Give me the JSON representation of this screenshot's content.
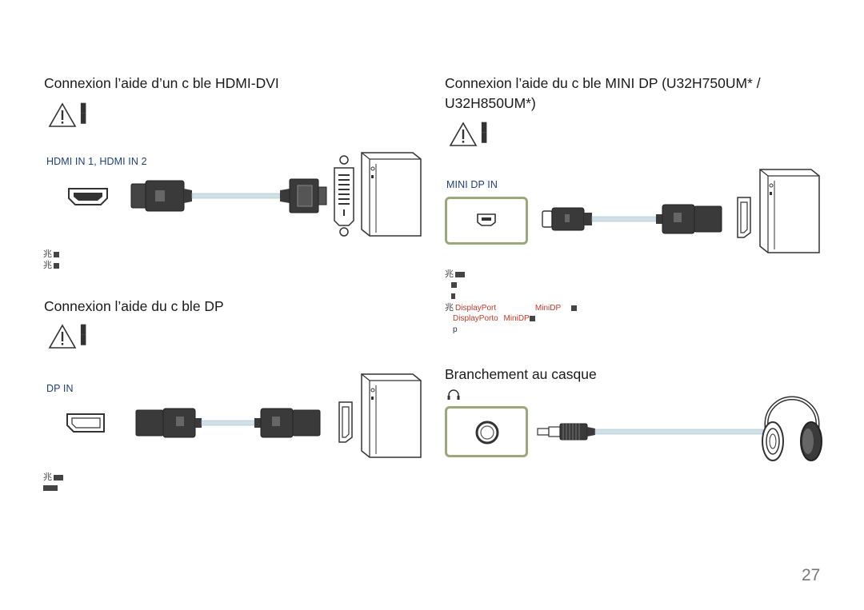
{
  "sections": {
    "hdmi_dvi": {
      "title": "Connexion   l’aide d’un c ble HDMI-DVI",
      "port_label": "HDMI IN 1, HDMI IN 2",
      "warning_marks": [
        "▊",
        "▊"
      ],
      "note_glyphs": [
        "兆",
        "兆"
      ]
    },
    "dp": {
      "title": "Connexion   l’aide du c ble DP",
      "port_label": "DP IN",
      "warning_marks": [
        "▊",
        "▊"
      ],
      "note_glyphs": [
        "兆"
      ]
    },
    "mini_dp": {
      "title_line1": "Connexion   l’aide du c ble MINI DP (U32H750UM* /",
      "title_line2": "U32H850UM*)",
      "port_label": "MINI DP IN",
      "warning_marks": [
        "▊",
        "▊"
      ],
      "note_glyphs": [
        "兆",
        "兆"
      ],
      "highlights": {
        "displayport": "DisplayPort",
        "minidp": "MiniDP",
        "displayporto": "DisplayPorto",
        "minidp2": "MiniDP",
        "p": "p"
      }
    },
    "headphone": {
      "title": "Branchement au casque"
    }
  },
  "page_number": "27",
  "colors": {
    "port_frame": "#9aa87a",
    "cable": "#cfe0e6",
    "plug": "#3a3a3a",
    "outline": "#555555",
    "label_blue": "#1e3f78",
    "highlight_red": "#c0392b"
  },
  "icons": [
    "warning-icon",
    "hdmi-port-icon",
    "dp-port-icon",
    "mini-dp-port-icon",
    "headphone-jack-icon",
    "headphones-icon",
    "pc-tower-icon",
    "dvi-port-icon",
    "note-icon"
  ]
}
